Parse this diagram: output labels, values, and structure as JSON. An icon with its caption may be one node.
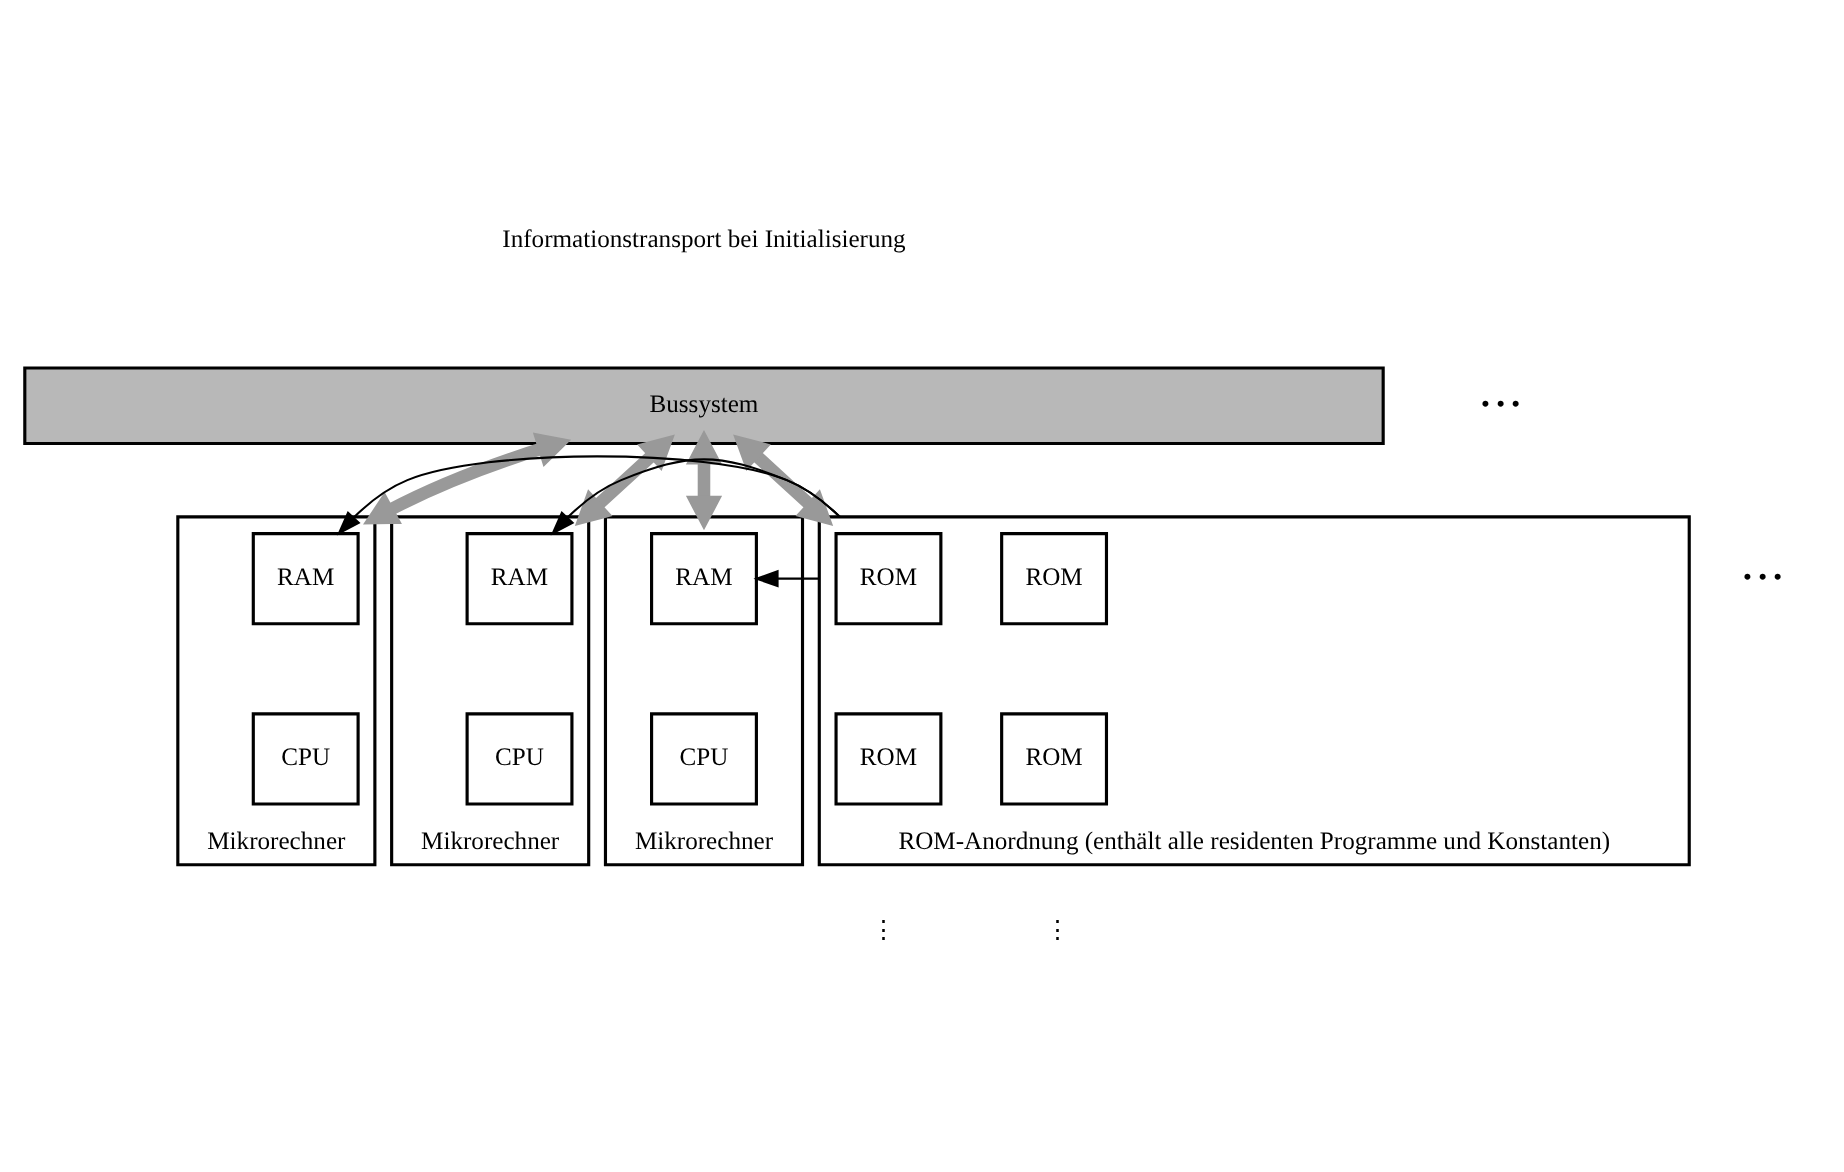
{
  "diagram": {
    "nodes": [
      {
        "text": [
          "Bussystem"
        ]
      },
      {
        "text": [
          "Mikrorechner"
        ]
      },
      {
        "text": [
          "RAM"
        ],
        "in": 1
      },
      {
        "text": [
          "CPU"
        ],
        "in": 1
      },
      {
        "text": [
          "Mikrorechner"
        ]
      },
      {
        "text": [
          "RAM"
        ],
        "in": 4
      },
      {
        "text": [
          "CPU"
        ],
        "in": 4
      },
      {
        "text": [
          "Mikrorechner"
        ]
      },
      {
        "text": [
          "RAM"
        ],
        "in": 7
      },
      {
        "text": [
          "CPU"
        ],
        "in": 7
      },
      {
        "text": [
          "ROM-Anordnung (enthält alle residenten Programme und Konstanten)"
        ]
      },
      {
        "text": [
          "ROM"
        ],
        "in": 10
      },
      {
        "text": [
          "ROM"
        ],
        "in": 10
      },
      {
        "text": [
          "ROM"
        ],
        "in": 10
      },
      {
        "text": [
          "ROM"
        ],
        "in": 10
      }
    ],
    "edges": [
      {
        "from": 0,
        "to": 1,
        "arrow": "both",
        "color": "#999999"
      },
      {
        "from": 0,
        "to": 4,
        "arrow": "both",
        "color": "#999999"
      },
      {
        "from": 0,
        "to": 7,
        "arrow": "both",
        "color": "#999999"
      },
      {
        "from": 0,
        "to": 10,
        "arrow": "both",
        "color": "#999999"
      },
      {
        "from": 10,
        "to": 2,
        "arrow": "to",
        "color": "#000000"
      },
      {
        "from": 10,
        "to": 5,
        "arrow": "to",
        "color": "#000000"
      },
      {
        "from": 10,
        "to": 8,
        "arrow": "to",
        "color": "#000000"
      }
    ],
    "labels": [
      "Informationstransport bei Initialisierung",
      "• • •",
      "• • •",
      "⋮",
      "⋮"
    ]
  }
}
